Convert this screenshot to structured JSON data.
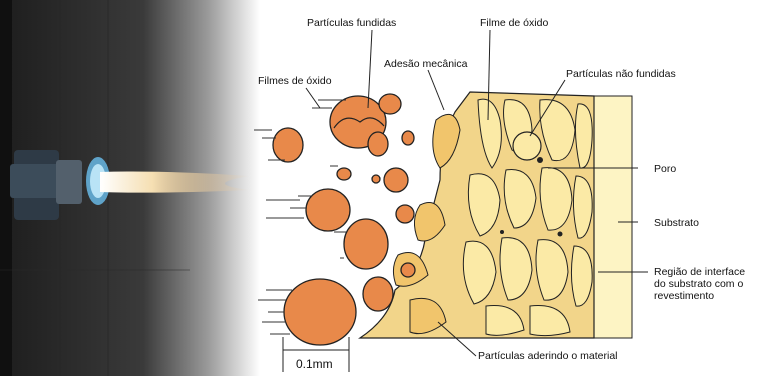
{
  "labels": {
    "fused_particles": "Partículas fundidas",
    "oxide_film": "Filme de óxido",
    "oxide_films": "Filmes de óxido",
    "mechanical_adhesion": "Adesão mecânica",
    "unfused_particles": "Partículas não fundidas",
    "pore": "Poro",
    "substrate": "Substrato",
    "interface_region": "Região de interface\ndo substrato com o\nrevestimento",
    "adhering_particles": "Partículas aderindo o material",
    "scale": "0.1mm"
  },
  "colors": {
    "particle": "#e8894a",
    "coating": "#f2d58a",
    "lamella": "#fbeaa6",
    "substrate": "#fdf4c4",
    "flame": "#f7d9a0"
  }
}
